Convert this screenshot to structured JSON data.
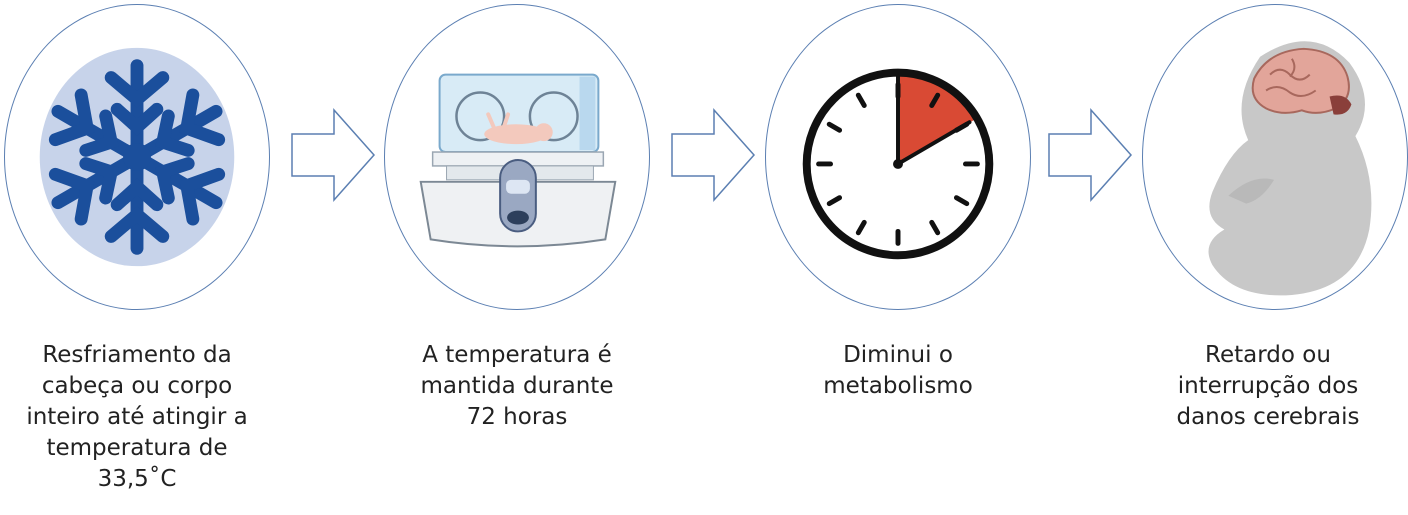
{
  "steps": [
    {
      "icon": "snowflake-icon",
      "caption": "Resfriamento da\ncabeça ou corpo\ninteiro até atingir a\ntemperatura de\n33,5˚C"
    },
    {
      "icon": "incubator-icon",
      "caption": "A temperatura é\nmantida durante\n72 horas"
    },
    {
      "icon": "clock-icon",
      "caption": "Diminui o\nmetabolismo"
    },
    {
      "icon": "fetus-brain-icon",
      "caption": "Retardo ou\ninterrupção dos\ndanos cerebrais"
    }
  ],
  "colors": {
    "circle_border": "#5b7fb2",
    "arrow_border": "#5b7fb2",
    "snowflake": "#1b4f9c",
    "snowflake_bg": "#c7d3ea",
    "clock_sector": "#d94a34",
    "brain": "#e2a59a"
  }
}
